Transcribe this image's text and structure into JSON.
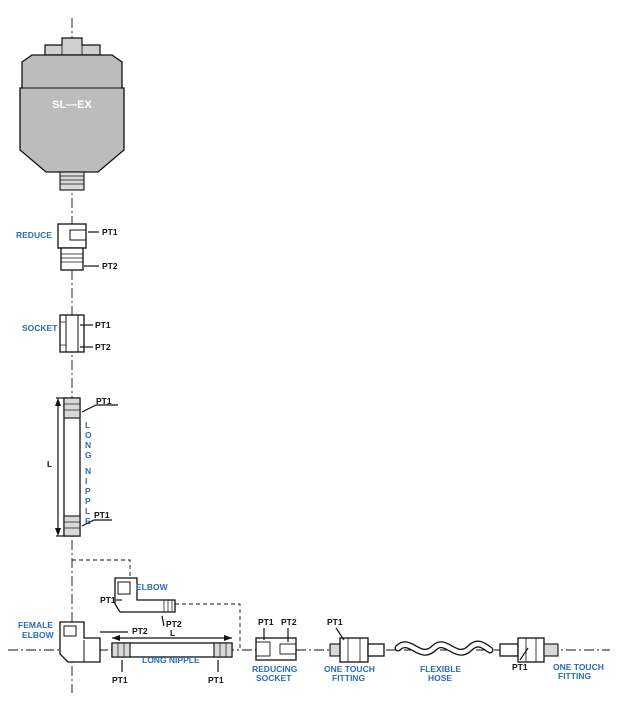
{
  "brand": "SL—EX",
  "labels": {
    "reduce": "REDUCE",
    "socket": "SOCKET",
    "long_v": [
      "L",
      "O",
      "N",
      "G",
      "N",
      "I",
      "P",
      "P",
      "L",
      "E"
    ],
    "dim_l": "L",
    "elbow": "ELBOW",
    "female_elbow_1": "FEMALE",
    "female_elbow_2": "ELBOW",
    "long_nipple": "LONG NIPPLE",
    "reducing_socket_1": "REDUCING",
    "reducing_socket_2": "SOCKET",
    "one_touch_1": "ONE TOUCH",
    "one_touch_2": "FITTING",
    "flexible_hose_1": "FLEXIBLE",
    "flexible_hose_2": "HOSE",
    "one_touch_b_1": "ONE TOUCH",
    "one_touch_b_2": "FITTING"
  },
  "callouts": {
    "pt1": "PT1",
    "pt2": "PT2",
    "dim_l_horizontal": "L"
  },
  "colors": {
    "accent": "#2e6db4",
    "line": "#111111",
    "body": "#bfbfbf"
  }
}
